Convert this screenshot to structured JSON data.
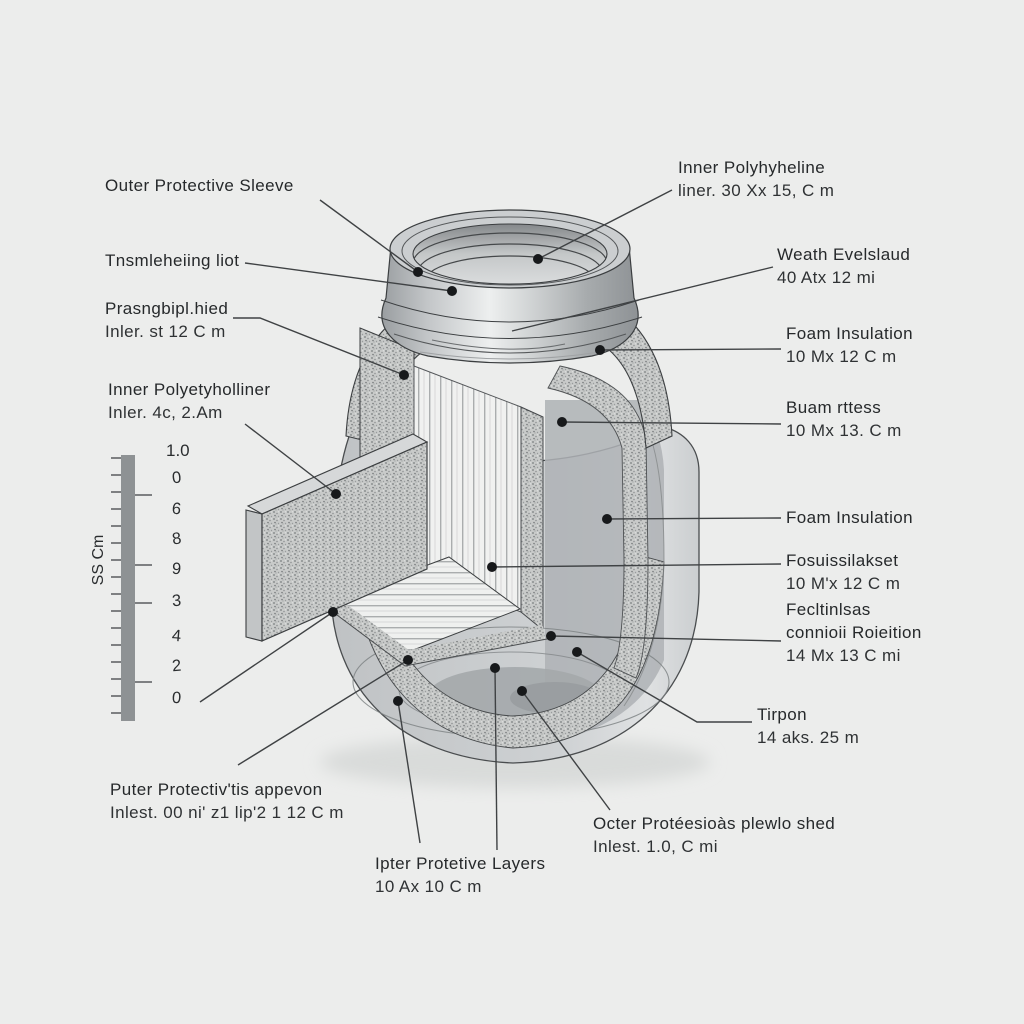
{
  "figure": {
    "background": "#ecedec",
    "ink": "#2a2d2f",
    "type": "cutaway-diagram-of-insulated-jar"
  },
  "labels": {
    "outer_sleeve": {
      "title": "Outer Protective Sleeve"
    },
    "tnsmleheiing": {
      "title": "Tnsmleheiing liot"
    },
    "prasngbipl": {
      "title": "Prasngbipl.hied",
      "dims": "Inler. st 12 C m"
    },
    "inner_poly_left": {
      "title": "Inner Polyetyholliner",
      "dims": "Inler. 4c, 2.Am"
    },
    "puter": {
      "title": "Puter Protectiv'tis appevon",
      "dims": "Inlest. 00 ni' z1 lip'2 1 12 C m"
    },
    "ipter": {
      "title": "Ipter Protetive Layers",
      "dims": "10 Ax 10 C m"
    },
    "octer": {
      "title": "Octer Protéesioàs plewlo shed",
      "dims": "Inlest. 1.0, C mi"
    },
    "inner_poly_right": {
      "title": "Inner Polyhyheline",
      "dims": "liner. 30 Xx 15, C m"
    },
    "weath": {
      "title": "Weath Evelslaud",
      "dims": "40 Atx 12 mi"
    },
    "foam_top": {
      "title": "Foam Insulation",
      "dims": "10 Mx 12 C m"
    },
    "buamrtess": {
      "title": "Buam rttess",
      "dims": "10 Mx 13. C m"
    },
    "foam_mid": {
      "title": "Foam Insulation"
    },
    "fosuiss": {
      "title": "Fosuissilakset",
      "dims": "10 M'x 12 C m"
    },
    "fecltinlsas": {
      "title": "Fecltinlsas",
      "line2": "connioii Roieition",
      "dims": "14 Mx 13 C mi"
    },
    "tirpon": {
      "title": "Tirpon",
      "dims": "14 aks. 25 m"
    }
  },
  "ruler": {
    "unit_label": "SS Cm",
    "top_mark": "1.0",
    "marks": [
      "0",
      "6",
      "8",
      "9",
      "3",
      "4",
      "2",
      "0"
    ]
  }
}
